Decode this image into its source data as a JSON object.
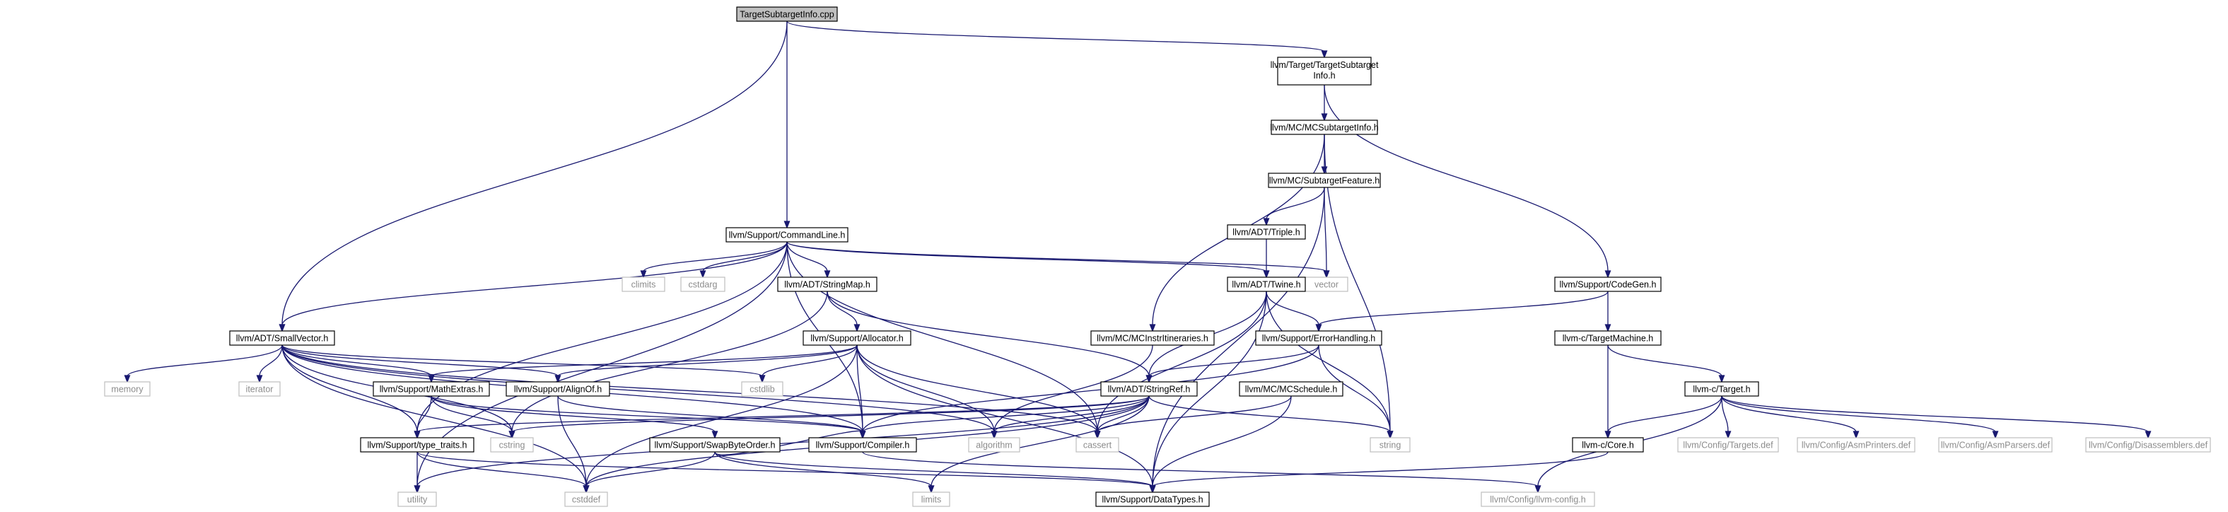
{
  "diagram": {
    "edge_color": "#191970",
    "nodes": [
      {
        "id": "tsi_cpp",
        "label": "TargetSubtargetInfo.cpp",
        "style": "root"
      },
      {
        "id": "tsi_h",
        "label": "llvm/Target/TargetSubtarget\nInfo.h",
        "style": "dark"
      },
      {
        "id": "mcsi",
        "label": "llvm/MC/MCSubtargetInfo.h",
        "style": "dark"
      },
      {
        "id": "mcsf",
        "label": "llvm/MC/SubtargetFeature.h",
        "style": "dark"
      },
      {
        "id": "triple",
        "label": "llvm/ADT/Triple.h",
        "style": "dark"
      },
      {
        "id": "cmdline",
        "label": "llvm/Support/CommandLine.h",
        "style": "dark"
      },
      {
        "id": "climits",
        "label": "climits",
        "style": "grey"
      },
      {
        "id": "cstdarg",
        "label": "cstdarg",
        "style": "grey"
      },
      {
        "id": "vector",
        "label": "vector",
        "style": "grey"
      },
      {
        "id": "stringmap",
        "label": "llvm/ADT/StringMap.h",
        "style": "dark"
      },
      {
        "id": "twine",
        "label": "llvm/ADT/Twine.h",
        "style": "dark"
      },
      {
        "id": "codegen",
        "label": "llvm/Support/CodeGen.h",
        "style": "dark"
      },
      {
        "id": "smallvec",
        "label": "llvm/ADT/SmallVector.h",
        "style": "dark"
      },
      {
        "id": "allocator",
        "label": "llvm/Support/Allocator.h",
        "style": "dark"
      },
      {
        "id": "mcinstr",
        "label": "llvm/MC/MCInstrItineraries.h",
        "style": "dark"
      },
      {
        "id": "errhandling",
        "label": "llvm/Support/ErrorHandling.h",
        "style": "dark"
      },
      {
        "id": "targetmachine",
        "label": "llvm-c/TargetMachine.h",
        "style": "dark"
      },
      {
        "id": "memory",
        "label": "memory",
        "style": "grey"
      },
      {
        "id": "iterator",
        "label": "iterator",
        "style": "grey"
      },
      {
        "id": "matharith",
        "label": "llvm/Support/MathExtras.h",
        "style": "dark"
      },
      {
        "id": "alignof",
        "label": "llvm/Support/AlignOf.h",
        "style": "dark"
      },
      {
        "id": "cstdlib",
        "label": "cstdlib",
        "style": "grey"
      },
      {
        "id": "stringref",
        "label": "llvm/ADT/StringRef.h",
        "style": "dark"
      },
      {
        "id": "mcschedule",
        "label": "llvm/MC/MCSchedule.h",
        "style": "dark"
      },
      {
        "id": "ctarget",
        "label": "llvm-c/Target.h",
        "style": "dark"
      },
      {
        "id": "typetraits",
        "label": "llvm/Support/type_traits.h",
        "style": "dark"
      },
      {
        "id": "cstring",
        "label": "cstring",
        "style": "grey"
      },
      {
        "id": "swapbyte",
        "label": "llvm/Support/SwapByteOrder.h",
        "style": "dark"
      },
      {
        "id": "compiler",
        "label": "llvm/Support/Compiler.h",
        "style": "dark"
      },
      {
        "id": "algorithm",
        "label": "algorithm",
        "style": "grey"
      },
      {
        "id": "cassert",
        "label": "cassert",
        "style": "grey"
      },
      {
        "id": "string",
        "label": "string",
        "style": "grey"
      },
      {
        "id": "ccore",
        "label": "llvm-c/Core.h",
        "style": "dark"
      },
      {
        "id": "targetsdef",
        "label": "llvm/Config/Targets.def",
        "style": "grey"
      },
      {
        "id": "asmprinters",
        "label": "llvm/Config/AsmPrinters.def",
        "style": "grey"
      },
      {
        "id": "asmparsers",
        "label": "llvm/Config/AsmParsers.def",
        "style": "grey"
      },
      {
        "id": "disassemblers",
        "label": "llvm/Config/Disassemblers.def",
        "style": "grey"
      },
      {
        "id": "utility",
        "label": "utility",
        "style": "grey"
      },
      {
        "id": "cstddef",
        "label": "cstddef",
        "style": "grey"
      },
      {
        "id": "limits",
        "label": "limits",
        "style": "grey"
      },
      {
        "id": "datatypes",
        "label": "llvm/Support/DataTypes.h",
        "style": "dark"
      },
      {
        "id": "llvmconfig",
        "label": "llvm/Config/llvm-config.h",
        "style": "grey"
      }
    ],
    "edges": [
      [
        "tsi_cpp",
        "tsi_h"
      ],
      [
        "tsi_cpp",
        "cmdline"
      ],
      [
        "tsi_cpp",
        "smallvec"
      ],
      [
        "tsi_h",
        "mcsi"
      ],
      [
        "tsi_h",
        "codegen"
      ],
      [
        "mcsi",
        "mcsf"
      ],
      [
        "mcsi",
        "mcinstr"
      ],
      [
        "mcsi",
        "string"
      ],
      [
        "mcsf",
        "triple"
      ],
      [
        "mcsf",
        "vector"
      ],
      [
        "mcsf",
        "datatypes"
      ],
      [
        "triple",
        "twine"
      ],
      [
        "cmdline",
        "climits"
      ],
      [
        "cmdline",
        "cstdarg"
      ],
      [
        "cmdline",
        "vector"
      ],
      [
        "cmdline",
        "stringmap"
      ],
      [
        "cmdline",
        "twine"
      ],
      [
        "cmdline",
        "smallvec"
      ],
      [
        "cmdline",
        "compiler"
      ],
      [
        "cmdline",
        "cassert"
      ],
      [
        "cmdline",
        "typetraits"
      ],
      [
        "cmdline",
        "utility"
      ],
      [
        "stringmap",
        "allocator"
      ],
      [
        "stringmap",
        "stringref"
      ],
      [
        "stringmap",
        "cstring"
      ],
      [
        "twine",
        "errhandling"
      ],
      [
        "twine",
        "stringref"
      ],
      [
        "twine",
        "cassert"
      ],
      [
        "twine",
        "string"
      ],
      [
        "twine",
        "datatypes"
      ],
      [
        "codegen",
        "targetmachine"
      ],
      [
        "codegen",
        "errhandling"
      ],
      [
        "smallvec",
        "memory"
      ],
      [
        "smallvec",
        "iterator"
      ],
      [
        "smallvec",
        "matharith"
      ],
      [
        "smallvec",
        "alignof"
      ],
      [
        "smallvec",
        "cstdlib"
      ],
      [
        "smallvec",
        "compiler"
      ],
      [
        "smallvec",
        "typetraits"
      ],
      [
        "smallvec",
        "cstring"
      ],
      [
        "smallvec",
        "cstddef"
      ],
      [
        "smallvec",
        "algorithm"
      ],
      [
        "smallvec",
        "cassert"
      ],
      [
        "allocator",
        "alignof"
      ],
      [
        "allocator",
        "matharith"
      ],
      [
        "allocator",
        "cstdlib"
      ],
      [
        "allocator",
        "compiler"
      ],
      [
        "allocator",
        "datatypes"
      ],
      [
        "allocator",
        "algorithm"
      ],
      [
        "allocator",
        "cassert"
      ],
      [
        "allocator",
        "cstddef"
      ],
      [
        "mcinstr",
        "algorithm"
      ],
      [
        "errhandling",
        "stringref"
      ],
      [
        "errhandling",
        "compiler"
      ],
      [
        "errhandling",
        "string"
      ],
      [
        "targetmachine",
        "ctarget"
      ],
      [
        "targetmachine",
        "ccore"
      ],
      [
        "matharith",
        "swapbyte"
      ],
      [
        "matharith",
        "typetraits"
      ],
      [
        "matharith",
        "cstring"
      ],
      [
        "matharith",
        "compiler"
      ],
      [
        "alignof",
        "compiler"
      ],
      [
        "alignof",
        "cstddef"
      ],
      [
        "stringref",
        "typetraits"
      ],
      [
        "stringref",
        "compiler"
      ],
      [
        "stringref",
        "algorithm"
      ],
      [
        "stringref",
        "cassert"
      ],
      [
        "stringref",
        "cstddef"
      ],
      [
        "stringref",
        "cstring"
      ],
      [
        "stringref",
        "limits"
      ],
      [
        "stringref",
        "string"
      ],
      [
        "stringref",
        "utility"
      ],
      [
        "mcschedule",
        "datatypes"
      ],
      [
        "mcschedule",
        "cassert"
      ],
      [
        "ctarget",
        "ccore"
      ],
      [
        "ctarget",
        "targetsdef"
      ],
      [
        "ctarget",
        "asmprinters"
      ],
      [
        "ctarget",
        "asmparsers"
      ],
      [
        "ctarget",
        "disassemblers"
      ],
      [
        "ctarget",
        "llvmconfig"
      ],
      [
        "typetraits",
        "utility"
      ],
      [
        "typetraits",
        "cstddef"
      ],
      [
        "typetraits",
        "datatypes"
      ],
      [
        "swapbyte",
        "compiler"
      ],
      [
        "swapbyte",
        "datatypes"
      ],
      [
        "swapbyte",
        "cstddef"
      ],
      [
        "swapbyte",
        "limits"
      ],
      [
        "compiler",
        "llvmconfig"
      ],
      [
        "ccore",
        "datatypes"
      ]
    ]
  }
}
